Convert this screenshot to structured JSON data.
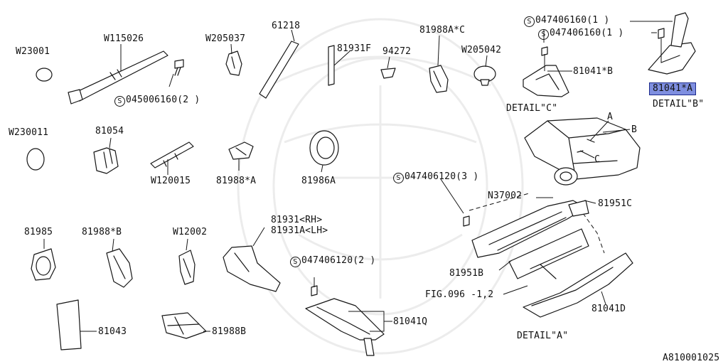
{
  "diagram": {
    "labels": {
      "w23001": "W23001",
      "w115026": "W115026",
      "w205037": "W205037",
      "p61218": "61218",
      "p81931f": "81931F",
      "p94272": "94272",
      "p81988ac": "81988A*C",
      "w205042": "W205042",
      "s1_code": "047406160(1 )",
      "s2_code": "047406160(1 )",
      "p81041b": "81041*B",
      "p81041a": "81041*A",
      "detail_b": "DETAIL\"B\"",
      "detail_c": "DETAIL\"C\"",
      "s3_code": "045006160(2 )",
      "w230011": "W230011",
      "p81054": "81054",
      "w120015": "W120015",
      "p81988a": "81988*A",
      "p81986a": "81986A",
      "s4_code": "047406120(3 )",
      "callout_a": "A",
      "callout_b": "B",
      "callout_c": "C",
      "n37002": "N37002",
      "p81951c": "81951C",
      "p81985": "81985",
      "p81988b_star": "81988*B",
      "w12002": "W12002",
      "p81931rh": "81931<RH>",
      "p81931alh": "81931A<LH>",
      "s5_code": "047406120(2 )",
      "p81951b": "81951B",
      "fig096": "FIG.096 -1,2",
      "p81041d": "81041D",
      "p81041q": "81041Q",
      "p81043": "81043",
      "p81988b": "81988B",
      "detail_a": "DETAIL\"A\"",
      "figure_id": "A810001025"
    },
    "s_symbol": "S",
    "highlight_color": "#7f8fe0"
  }
}
